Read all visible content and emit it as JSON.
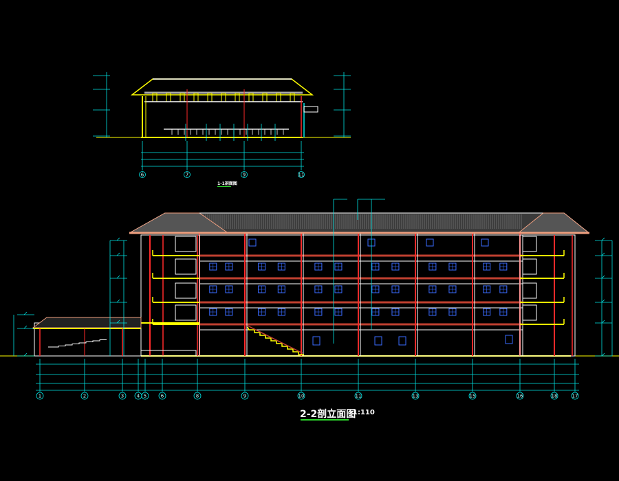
{
  "drawing": {
    "main_title": "2-2剖立面图",
    "main_scale": "1:110",
    "section_title": "1-1剖面图",
    "main_axis_labels": [
      "1",
      "2",
      "3",
      "4",
      "5",
      "6",
      "8",
      "9",
      "10",
      "11",
      "13",
      "15",
      "16",
      "18",
      "17"
    ],
    "section_axis_labels": [
      "6",
      "7",
      "9",
      "11"
    ],
    "colors": {
      "background": "#000000",
      "dimension": "#00e5e5",
      "column": "#ff2a2a",
      "slab": "#ffff00",
      "wall": "#ffffff",
      "window": "#3a6bff",
      "roof": "#f0a080",
      "beam": "#c04030"
    }
  }
}
